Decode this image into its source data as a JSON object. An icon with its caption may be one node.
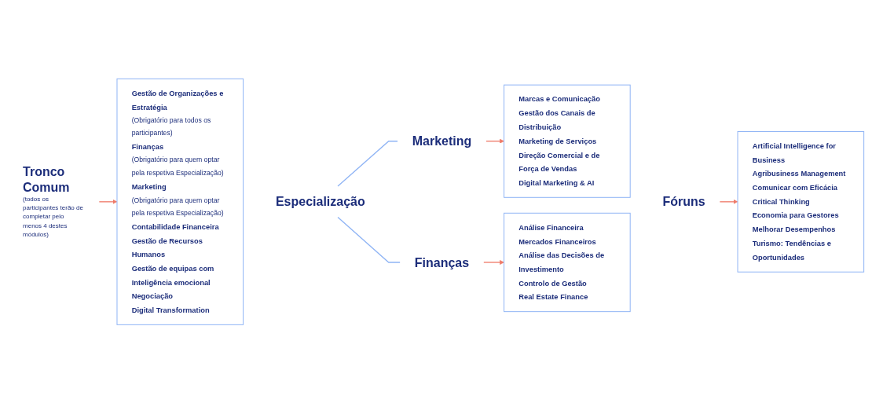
{
  "diagram": {
    "nodes": [
      {
        "text": [
          "Tronco Comum",
          "(todos os participantes terão de completar pelo menos 4 destes módulos)"
        ]
      },
      {
        "text": [
          "Gestão de Organizações e Estratégia",
          "(Obrigatório para todos os participantes)",
          "Finanças",
          "(Obrigatório para quem optar pela respetiva Especialização)",
          "Marketing",
          "(Obrigatório para quem optar pela respetiva Especialização)",
          "Contabilidade Financeira",
          "Gestão de Recursos Humanos",
          "Gestão de equipas com Inteligência emocional",
          "Negociação",
          "Digital Transformation"
        ]
      },
      {
        "text": [
          "Especialização"
        ]
      },
      {
        "text": [
          "Marketing"
        ]
      },
      {
        "text": [
          "Marcas e Comunicação",
          "Gestão dos Canais de Distribuição",
          "Marketing de Serviços",
          "Direção Comercial e de Força de Vendas",
          "Digital Marketing & AI"
        ]
      },
      {
        "text": [
          "Finanças"
        ]
      },
      {
        "text": [
          "Análise Financeira",
          "Mercados Financeiros",
          "Análise das Decisões de Investimento",
          "Controlo de Gestão",
          "Real Estate Finance"
        ]
      },
      {
        "text": [
          "Fóruns"
        ]
      },
      {
        "text": [
          "Artificial Intelligence for Business",
          "Agribusiness Management",
          "Comunicar com Eficácia",
          "Critical Thinking",
          "Economia para Gestores",
          "Melhorar Desempenhos",
          "Turismo: Tendências e Oportunidades"
        ]
      }
    ],
    "edges": [
      {
        "from": 0,
        "to": 1,
        "arrow": "to"
      },
      {
        "from": 2,
        "to": 3,
        "arrow": "none",
        "color": "#8fb4f5"
      },
      {
        "from": 2,
        "to": 5,
        "arrow": "none",
        "color": "#8fb4f5"
      },
      {
        "from": 3,
        "to": 4,
        "arrow": "to"
      },
      {
        "from": 5,
        "to": 6,
        "arrow": "to"
      },
      {
        "from": 7,
        "to": 8,
        "arrow": "to"
      }
    ]
  }
}
